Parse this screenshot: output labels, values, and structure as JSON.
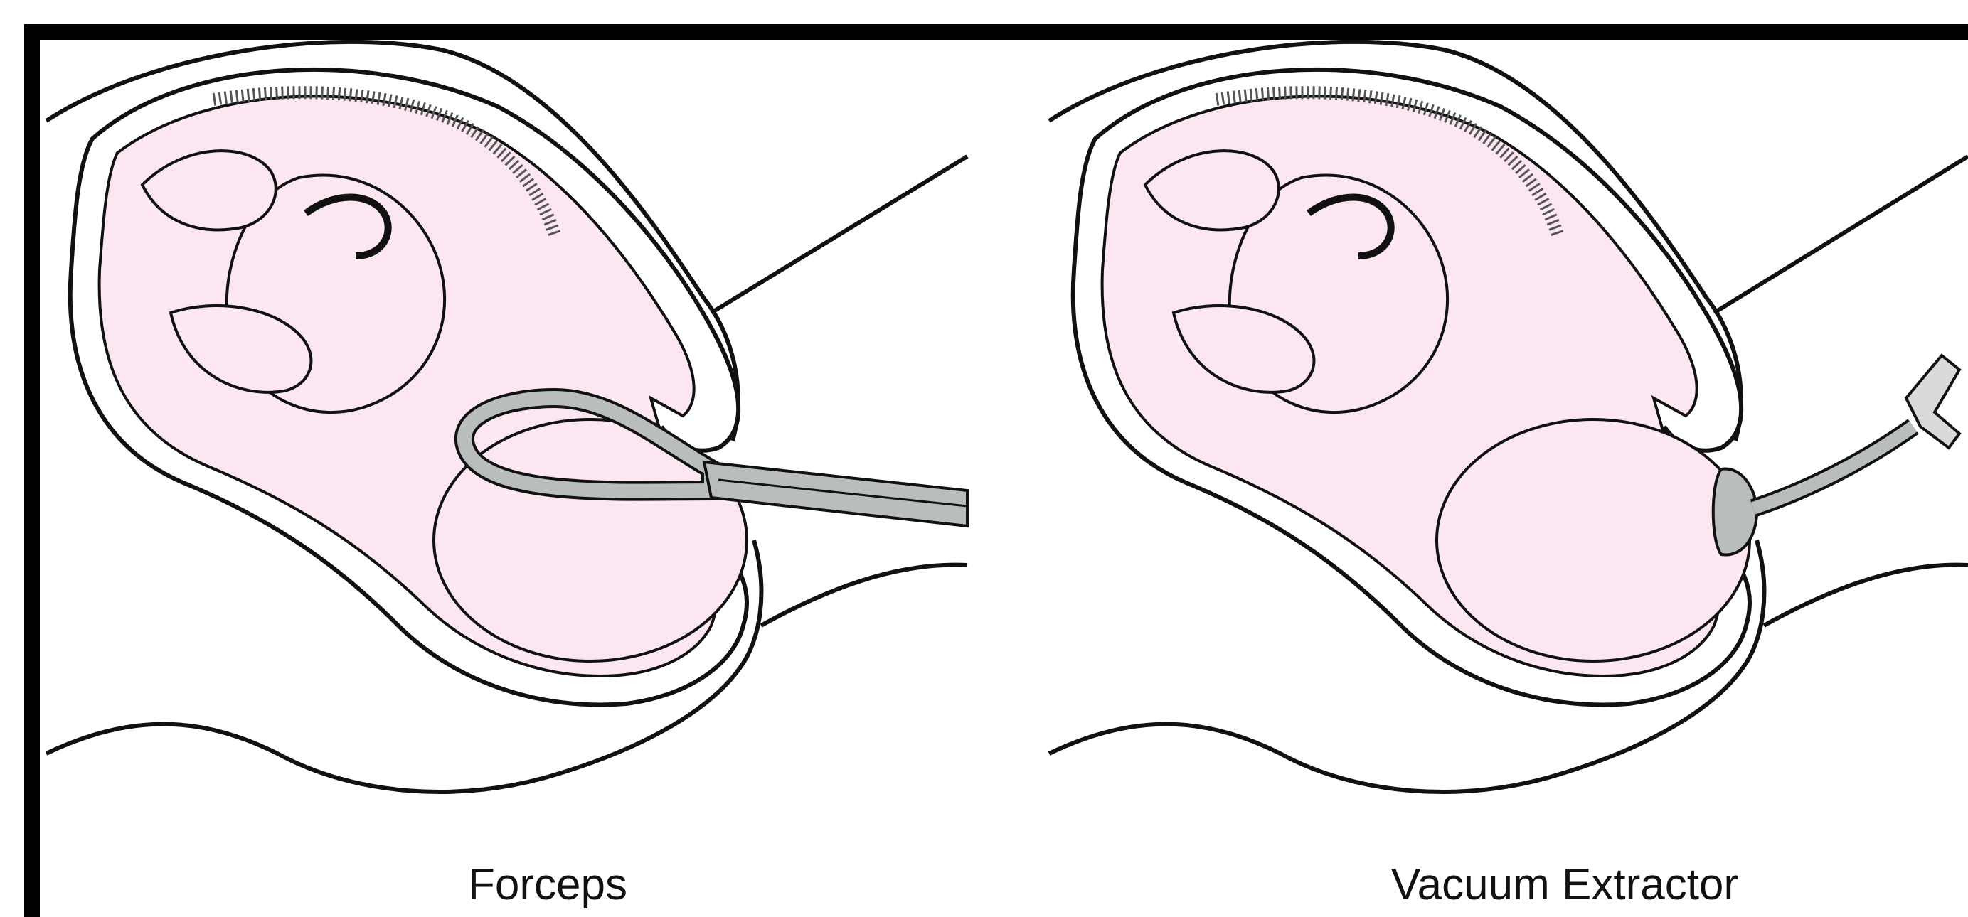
{
  "panels": [
    {
      "id": "left",
      "caption": "Forceps",
      "instrument": "forceps"
    },
    {
      "id": "right",
      "caption": "Vacuum Extractor",
      "instrument": "vacuum-extractor"
    }
  ],
  "colors": {
    "border": "#000000",
    "outline": "#111111",
    "fetus_fill": "#fbe6f1",
    "instrument_fill": "#b9bdbc",
    "instrument_highlight": "#d8dbda",
    "background": "#ffffff"
  }
}
